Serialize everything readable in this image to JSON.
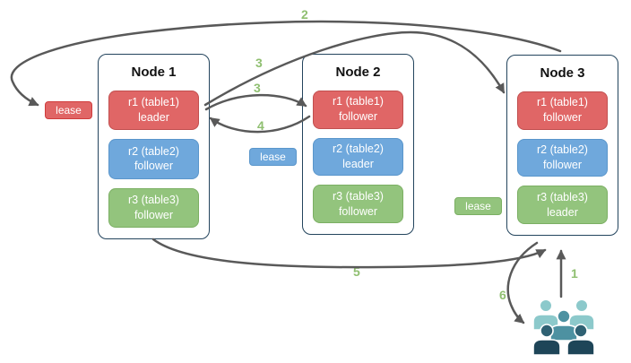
{
  "nodes": [
    {
      "title": "Node 1",
      "replicas": [
        {
          "line1": "r1 (table1)",
          "line2": "leader",
          "color": "red"
        },
        {
          "line1": "r2 (table2)",
          "line2": "follower",
          "color": "blue"
        },
        {
          "line1": "r3 (table3)",
          "line2": "follower",
          "color": "green"
        }
      ]
    },
    {
      "title": "Node 2",
      "replicas": [
        {
          "line1": "r1 (table1)",
          "line2": "follower",
          "color": "red"
        },
        {
          "line1": "r2 (table2)",
          "line2": "leader",
          "color": "blue"
        },
        {
          "line1": "r3 (table3)",
          "line2": "follower",
          "color": "green"
        }
      ]
    },
    {
      "title": "Node 3",
      "replicas": [
        {
          "line1": "r1 (table1)",
          "line2": "follower",
          "color": "red"
        },
        {
          "line1": "r2 (table2)",
          "line2": "follower",
          "color": "blue"
        },
        {
          "line1": "r3 (table3)",
          "line2": "leader",
          "color": "green"
        }
      ]
    }
  ],
  "leases": [
    {
      "label": "lease",
      "color": "red"
    },
    {
      "label": "lease",
      "color": "blue"
    },
    {
      "label": "lease",
      "color": "green"
    }
  ],
  "steps": {
    "s1": "1",
    "s2": "2",
    "s3a": "3",
    "s3b": "3",
    "s4": "4",
    "s5": "5",
    "s6": "6"
  },
  "icons": {
    "users": "users-group-icon"
  },
  "colors": {
    "replica_red": "#e06666",
    "replica_blue": "#6fa8dc",
    "replica_green": "#93c47d",
    "arrow": "#595959",
    "step_label": "#8fbf70",
    "node_border": "#23445d",
    "users_light": "#8cc9cb",
    "users_medium": "#4d91a1",
    "users_dark_head": "#2f6173",
    "users_dark_body": "#1e4558"
  }
}
